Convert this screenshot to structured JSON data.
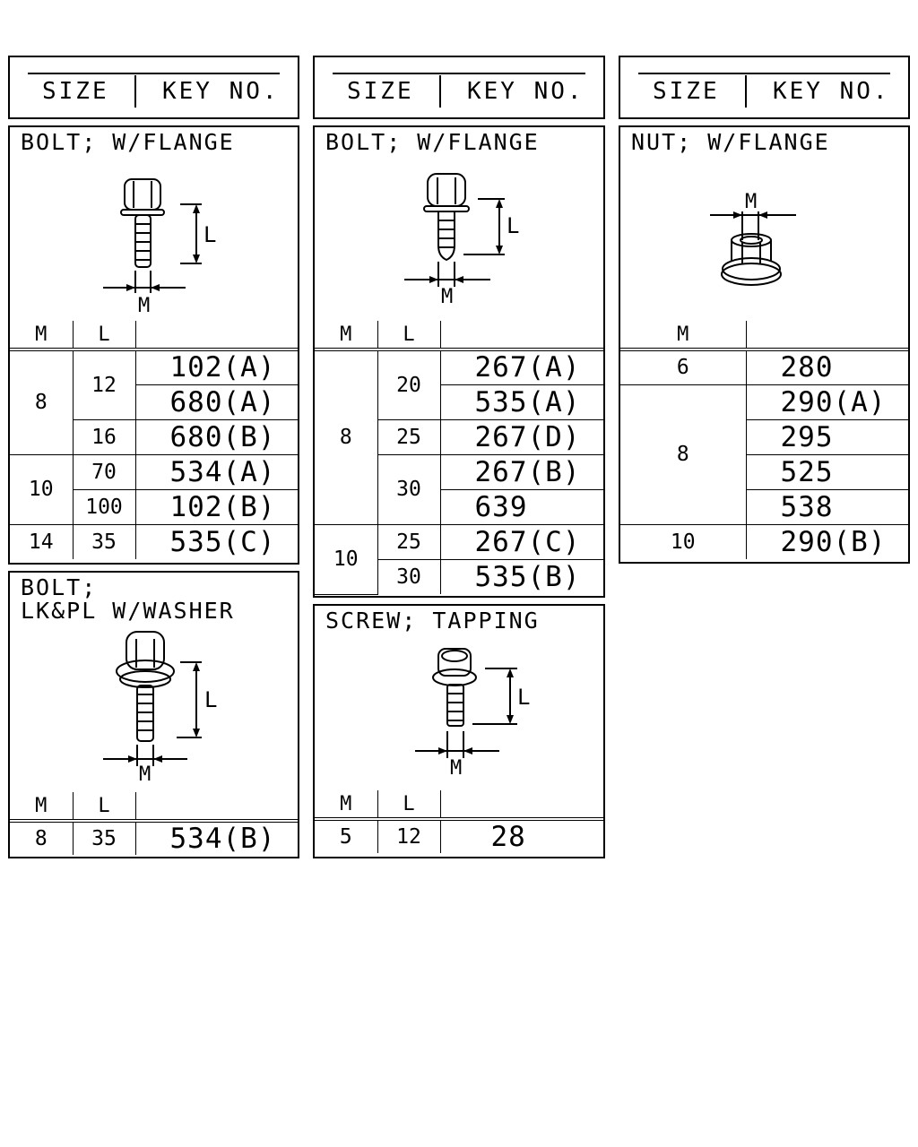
{
  "header": {
    "size_label": "SIZE",
    "key_label": "KEY NO."
  },
  "col": {
    "m": "M",
    "l": "L"
  },
  "dim": {
    "l": "L",
    "m": "M"
  },
  "panels": {
    "bolt_flange_1": {
      "title": "BOLT; W/FLANGE",
      "rows": [
        {
          "m": "8",
          "l": "12",
          "key": "102(A)"
        },
        {
          "key": "680(A)"
        },
        {
          "l": "16",
          "key": "680(B)"
        },
        {
          "m": "10",
          "l": "70",
          "key": "534(A)"
        },
        {
          "l": "100",
          "key": "102(B)"
        },
        {
          "m": "14",
          "l": "35",
          "key": "535(C)"
        }
      ]
    },
    "bolt_washer": {
      "title": "BOLT;\nLK&PL W/WASHER",
      "rows": [
        {
          "m": "8",
          "l": "35",
          "key": "534(B)"
        }
      ]
    },
    "bolt_flange_2": {
      "title": "BOLT; W/FLANGE",
      "rows": [
        {
          "m": "8",
          "l": "20",
          "key": "267(A)"
        },
        {
          "key": "535(A)"
        },
        {
          "l": "25",
          "key": "267(D)"
        },
        {
          "l": "30",
          "key": "267(B)"
        },
        {
          "key": "639"
        },
        {
          "m": "10",
          "l": "25",
          "key": "267(C)"
        },
        {
          "l": "30",
          "key": "535(B)"
        }
      ]
    },
    "screw_tapping": {
      "title": "SCREW; TAPPING",
      "rows": [
        {
          "m": "5",
          "l": "12",
          "key": "28"
        }
      ]
    },
    "nut_flange": {
      "title": "NUT; W/FLANGE",
      "rows": [
        {
          "m": "6",
          "key": "280"
        },
        {
          "m": "8",
          "key": "290(A)"
        },
        {
          "key": "295"
        },
        {
          "key": "525"
        },
        {
          "key": "538"
        },
        {
          "m": "10",
          "key": "290(B)"
        }
      ]
    }
  }
}
